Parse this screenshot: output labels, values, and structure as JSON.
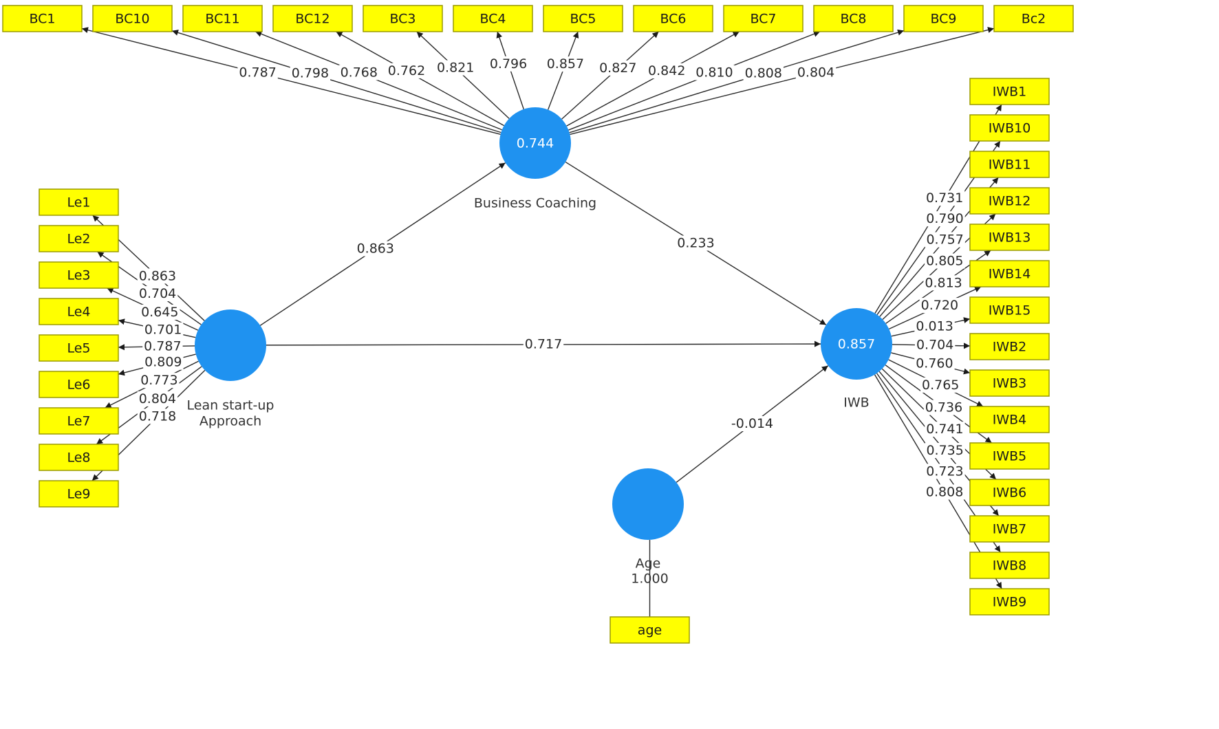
{
  "latents": [
    {
      "id": "bc",
      "name_lines": [
        "Business Coaching"
      ],
      "value": "0.744"
    },
    {
      "id": "lean",
      "name_lines": [
        "Lean start-up",
        "Approach"
      ],
      "value": ""
    },
    {
      "id": "iwb",
      "name_lines": [
        "IWB"
      ],
      "value": "0.857"
    },
    {
      "id": "age",
      "name_lines": [
        "Age"
      ],
      "value": ""
    }
  ],
  "indicators": {
    "bc": [
      "BC1",
      "BC10",
      "BC11",
      "BC12",
      "BC3",
      "BC4",
      "BC5",
      "BC6",
      "BC7",
      "BC8",
      "BC9",
      "Bc2"
    ],
    "lean": [
      "Le1",
      "Le2",
      "Le3",
      "Le4",
      "Le5",
      "Le6",
      "Le7",
      "Le8",
      "Le9"
    ],
    "iwb": [
      "IWB1",
      "IWB10",
      "IWB11",
      "IWB12",
      "IWB13",
      "IWB14",
      "IWB15",
      "IWB2",
      "IWB3",
      "IWB4",
      "IWB5",
      "IWB6",
      "IWB7",
      "IWB8",
      "IWB9"
    ],
    "age": [
      "age"
    ]
  },
  "loadings": {
    "bc": [
      "0.787",
      "0.798",
      "0.768",
      "0.762",
      "0.821",
      "0.796",
      "0.857",
      "0.827",
      "0.842",
      "0.810",
      "0.808",
      "0.804"
    ],
    "lean": [
      "0.863",
      "0.704",
      "0.645",
      "0.701",
      "0.787",
      "0.809",
      "0.773",
      "0.804",
      "0.718"
    ],
    "iwb": [
      "0.731",
      "0.790",
      "0.757",
      "0.805",
      "0.813",
      "0.720",
      "0.013",
      "0.704",
      "0.760",
      "0.765",
      "0.736",
      "0.741",
      "0.735",
      "0.723",
      "0.808"
    ],
    "age": [
      "1.000"
    ]
  },
  "paths": [
    {
      "from": "lean",
      "to": "bc",
      "coef": "0.863"
    },
    {
      "from": "bc",
      "to": "iwb",
      "coef": "0.233"
    },
    {
      "from": "lean",
      "to": "iwb",
      "coef": "0.717"
    },
    {
      "from": "age",
      "to": "iwb",
      "coef": "-0.014"
    }
  ],
  "colors": {
    "latent": "#1f92f0",
    "indicator": "#ffff00",
    "edge": "#2a2a2a"
  }
}
